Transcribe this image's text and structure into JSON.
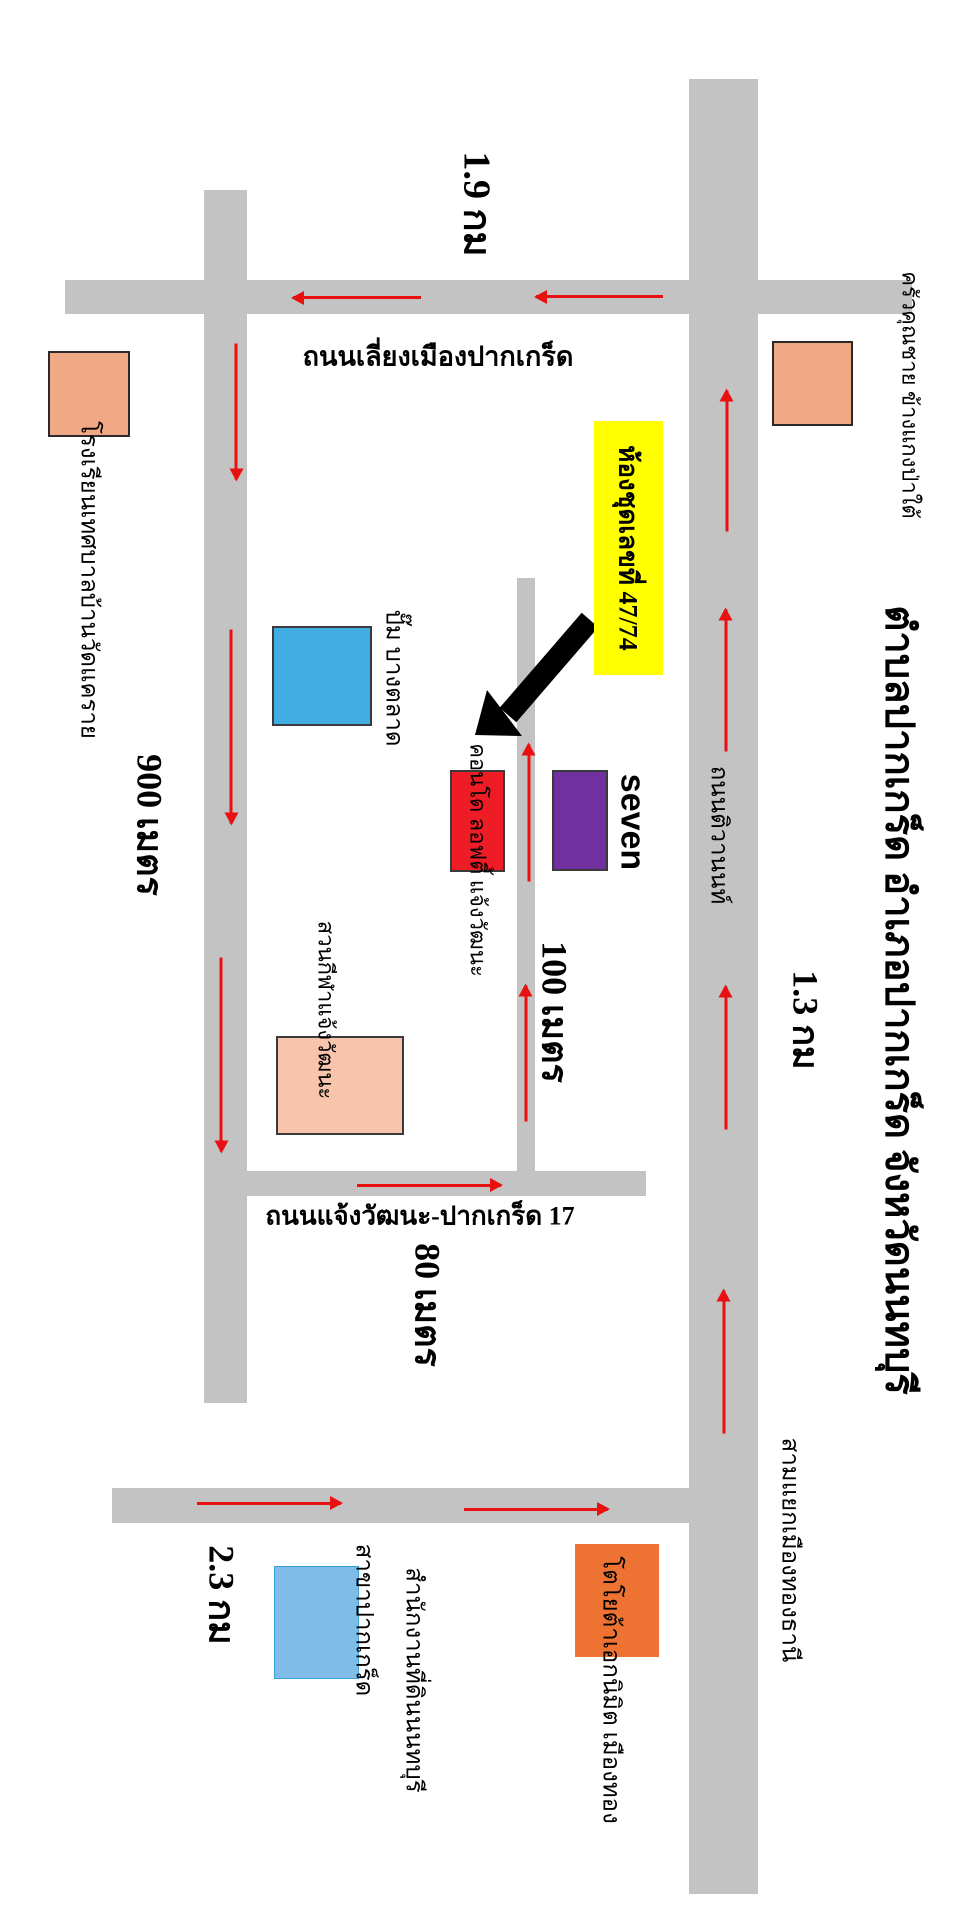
{
  "title": "ตำบลปากเกร็ด อำเภอปากเกร็ด จังหวัดนนทบุรี",
  "roads": {
    "ring_road": "ถนนเลี่ยงเมืองปากเกร็ด",
    "chaeng_watthana_soi": "ถนนแจ้งวัฒนะ-ปากเกร็ด 17",
    "tiwanon": "ถนนติวานนท์"
  },
  "distances": {
    "top": "1.9 กม",
    "right": "1.3 กม",
    "left": "900 เมตร",
    "mid": "100 เมตร",
    "lower": "80 เมตร",
    "bottom": "2.3 กม"
  },
  "places": {
    "room_line1": "ห้องชุดเลขที่ 47/74",
    "condo": "คอนโด ลอฟตี้ แจ้งวัฒนะ",
    "seven": "seven",
    "bang_talat": "ปั๊ม บางตลาด",
    "sport_complex": "สวนกีฬาแจ้งวัฒนะ",
    "school": "โรงเรียนเทศบาลบ้านวัดแคราย",
    "krua": "ครัวคุณชาย ข้างแกงป่าใต้",
    "sam_yaek": "สามแยกเมืองทองธานี",
    "toyota": "โตโยต้าเอกนิมิต เมืองทอง",
    "office_line1": "สำนักงานที่ดินนนทบุรี",
    "office_line2": "สาขาปากเกร็ด"
  },
  "colors": {
    "road": "#c3c3c3",
    "arrow": "#e81010",
    "condo": "#ee1c24",
    "seven": "#7030a0",
    "bang_talat": "#41ade2",
    "sport": "#f8c4ac",
    "school": "#f1a985",
    "krua": "#f1a985",
    "toyota": "#ee7231",
    "office": "#7fbde8",
    "room_label": "#ffff00"
  }
}
